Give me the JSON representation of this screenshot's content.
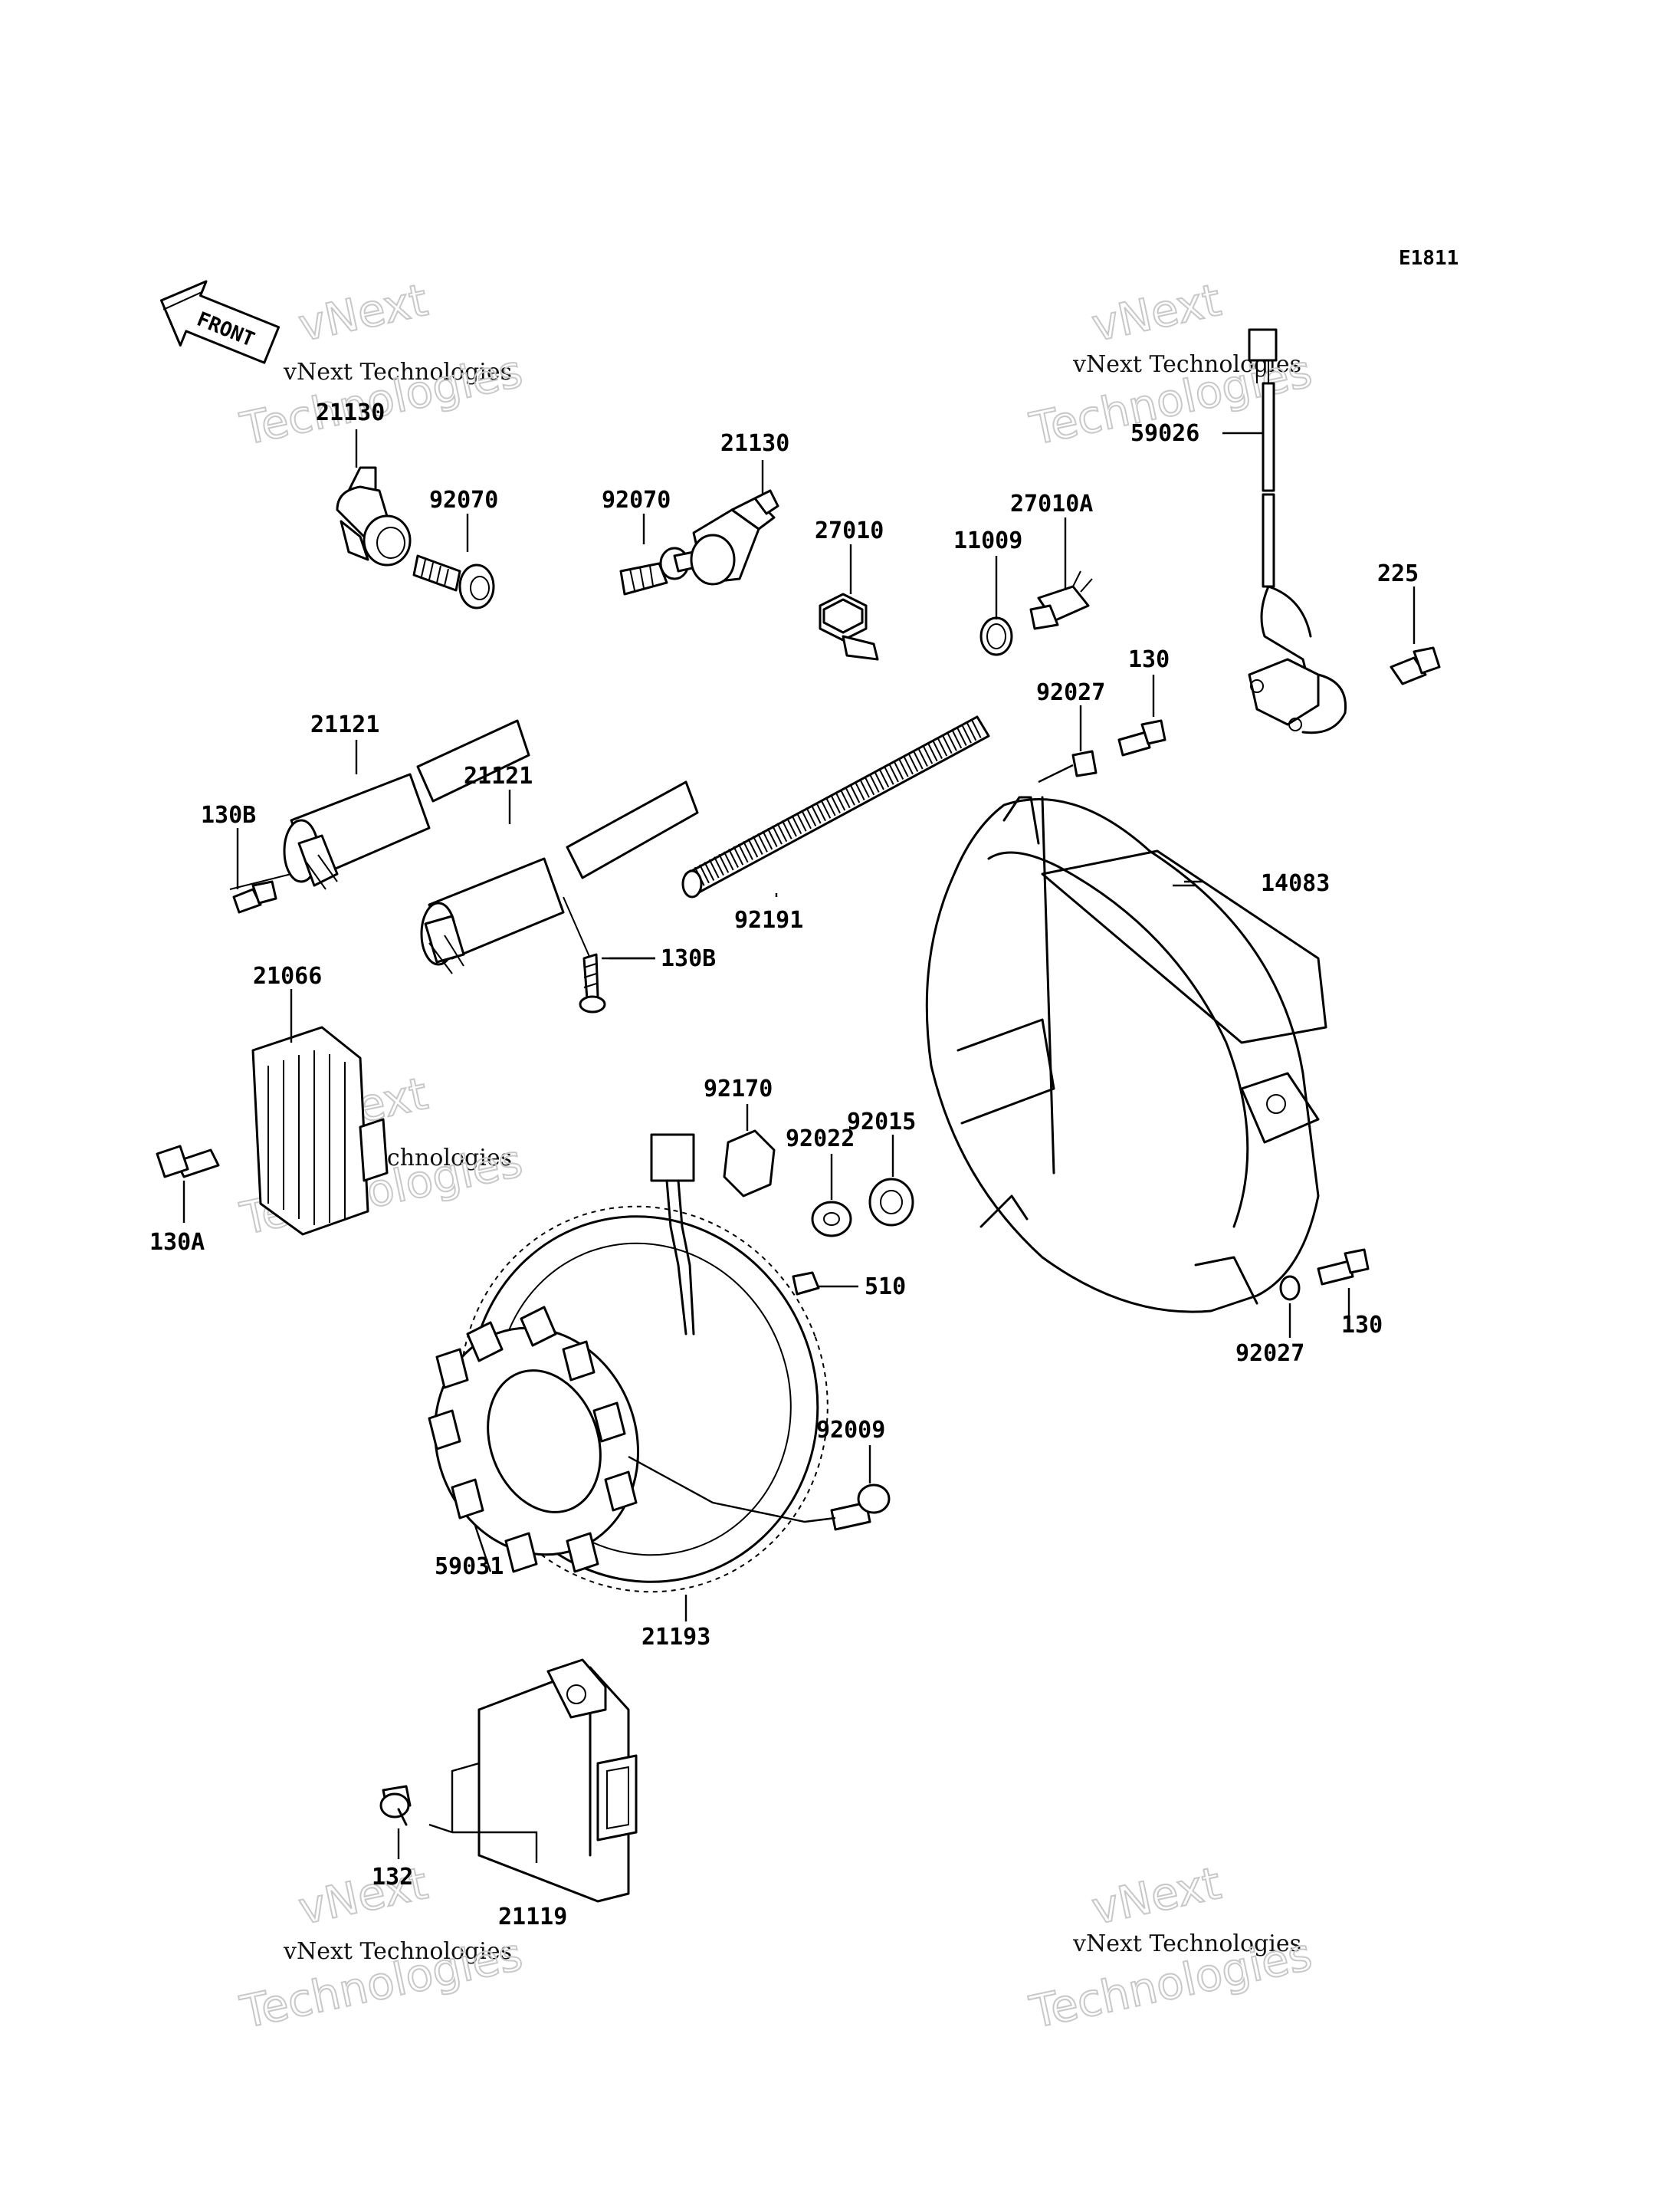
{
  "diagram_code": "E1811",
  "front_label": "FRONT",
  "watermark": {
    "line1": "vNext",
    "line2": "vNext Technologies",
    "line3": "Technologies"
  },
  "parts": {
    "p21130_left": "21130",
    "p92070_left": "92070",
    "p92070_mid": "92070",
    "p21130_mid": "21130",
    "p27010": "27010",
    "p11009": "11009",
    "p27010A": "27010A",
    "p59026": "59026",
    "p225": "225",
    "p21121_left": "21121",
    "p21121_mid": "21121",
    "p130B_left": "130B",
    "p130B_right": "130B",
    "p92191": "92191",
    "p92027_top": "92027",
    "p130_top": "130",
    "p14083": "14083",
    "p21066": "21066",
    "p130A": "130A",
    "p92170": "92170",
    "p92022": "92022",
    "p92015": "92015",
    "p510": "510",
    "p92009": "92009",
    "p130_right": "130",
    "p92027_right": "92027",
    "p59031": "59031",
    "p21193": "21193",
    "p132": "132",
    "p21119": "21119"
  }
}
